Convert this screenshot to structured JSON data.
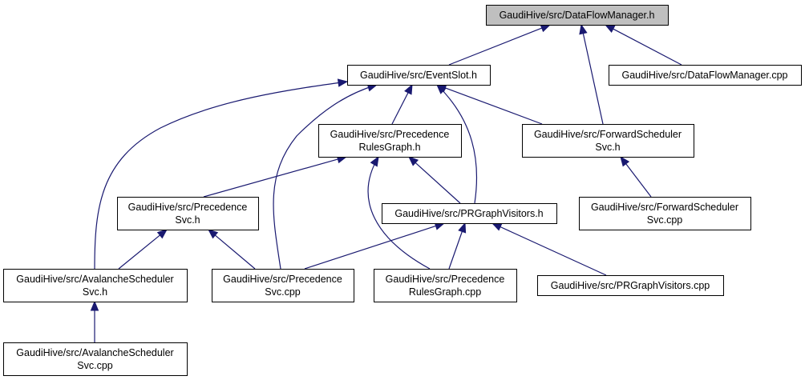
{
  "colors": {
    "edge": "#191970",
    "node_border": "#000000",
    "node_fill": "#ffffff",
    "root_fill": "#bfbfbf",
    "text": "#000000"
  },
  "nodes": [
    {
      "id": "dfm_h",
      "lines": [
        "GaudiHive/src/DataFlowManager.h"
      ],
      "root": true
    },
    {
      "id": "eventslot",
      "lines": [
        "GaudiHive/src/EventSlot.h"
      ]
    },
    {
      "id": "dfm_cpp",
      "lines": [
        "GaudiHive/src/DataFlowManager.cpp"
      ]
    },
    {
      "id": "prg_h",
      "lines": [
        "GaudiHive/src/Precedence",
        "RulesGraph.h"
      ]
    },
    {
      "id": "fwd_h",
      "lines": [
        "GaudiHive/src/ForwardScheduler",
        "Svc.h"
      ]
    },
    {
      "id": "prec_h",
      "lines": [
        "GaudiHive/src/Precedence",
        "Svc.h"
      ]
    },
    {
      "id": "prgv_h",
      "lines": [
        "GaudiHive/src/PRGraphVisitors.h"
      ]
    },
    {
      "id": "fwd_cpp",
      "lines": [
        "GaudiHive/src/ForwardScheduler",
        "Svc.cpp"
      ]
    },
    {
      "id": "aval_h",
      "lines": [
        "GaudiHive/src/AvalancheScheduler",
        "Svc.h"
      ]
    },
    {
      "id": "prec_cpp",
      "lines": [
        "GaudiHive/src/Precedence",
        "Svc.cpp"
      ]
    },
    {
      "id": "prg_cpp",
      "lines": [
        "GaudiHive/src/Precedence",
        "RulesGraph.cpp"
      ]
    },
    {
      "id": "prgv_cpp",
      "lines": [
        "GaudiHive/src/PRGraphVisitors.cpp"
      ]
    },
    {
      "id": "aval_cpp",
      "lines": [
        "GaudiHive/src/AvalancheScheduler",
        "Svc.cpp"
      ]
    }
  ],
  "edges": [
    {
      "from": "eventslot",
      "to": "dfm_h"
    },
    {
      "from": "dfm_cpp",
      "to": "dfm_h"
    },
    {
      "from": "fwd_h",
      "to": "dfm_h"
    },
    {
      "from": "prg_h",
      "to": "eventslot"
    },
    {
      "from": "fwd_h",
      "to": "eventslot"
    },
    {
      "from": "aval_h",
      "to": "eventslot"
    },
    {
      "from": "prec_cpp",
      "to": "eventslot"
    },
    {
      "from": "prgv_h",
      "to": "eventslot"
    },
    {
      "from": "prec_h",
      "to": "prg_h"
    },
    {
      "from": "prgv_h",
      "to": "prg_h"
    },
    {
      "from": "prg_cpp",
      "to": "prg_h"
    },
    {
      "from": "fwd_cpp",
      "to": "fwd_h"
    },
    {
      "from": "aval_h",
      "to": "prec_h"
    },
    {
      "from": "prec_cpp",
      "to": "prec_h"
    },
    {
      "from": "prec_cpp",
      "to": "prgv_h"
    },
    {
      "from": "prg_cpp",
      "to": "prgv_h"
    },
    {
      "from": "prgv_cpp",
      "to": "prgv_h"
    },
    {
      "from": "aval_cpp",
      "to": "aval_h"
    }
  ]
}
